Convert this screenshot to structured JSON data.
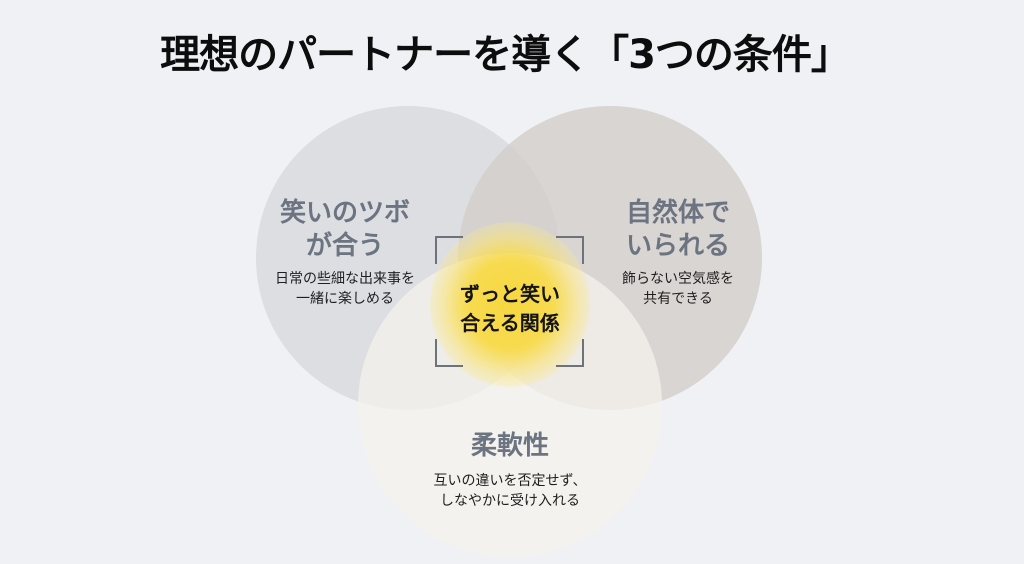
{
  "title": "理想のパートナーを導く「3つの条件」",
  "colors": {
    "background": "#eff1f4",
    "circle_left": "#d6d9dd",
    "circle_right": "#d2cdc8",
    "circle_bottom": "#f5f3eb",
    "center_glow": "#f7d740",
    "label_title": "#6b7480",
    "text_dark": "#1f1f1f"
  },
  "circles": [
    {
      "id": "left",
      "title_line1": "笑いのツボ",
      "title_line2": "が合う",
      "desc_line1": "日常の些細な出来事を",
      "desc_line2": "一緒に楽しめる"
    },
    {
      "id": "right",
      "title_line1": "自然体で",
      "title_line2": "いられる",
      "desc_line1": "飾らない空気感を",
      "desc_line2": "共有できる"
    },
    {
      "id": "bottom",
      "title_line1": "柔軟性",
      "desc_line1": "互いの違いを否定せず、",
      "desc_line2": "しなやかに受け入れる"
    }
  ],
  "center": {
    "line1": "ずっと笑い",
    "line2": "合える関係"
  }
}
